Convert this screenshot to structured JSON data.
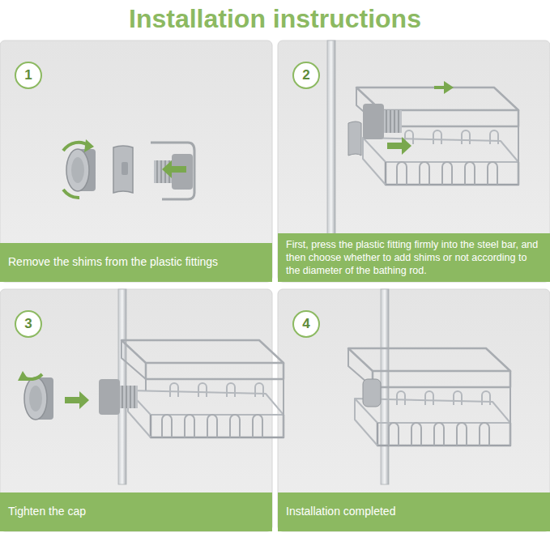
{
  "diagram": {
    "title": "Installation instructions",
    "nodes": [
      {
        "text": [
          "1"
        ]
      },
      {
        "text": [
          "Remove the shims from the plastic fittings"
        ]
      },
      {
        "text": [
          "2"
        ]
      },
      {
        "text": [
          "First, press the plastic fitting firmly into the steel bar, and then choose whether to add shims or not according to the diameter of the bathing rod."
        ]
      },
      {
        "text": [
          "3"
        ]
      },
      {
        "text": [
          "Tighten the cap"
        ]
      },
      {
        "text": [
          "4"
        ]
      },
      {
        "text": [
          "Installation completed"
        ]
      }
    ]
  }
}
